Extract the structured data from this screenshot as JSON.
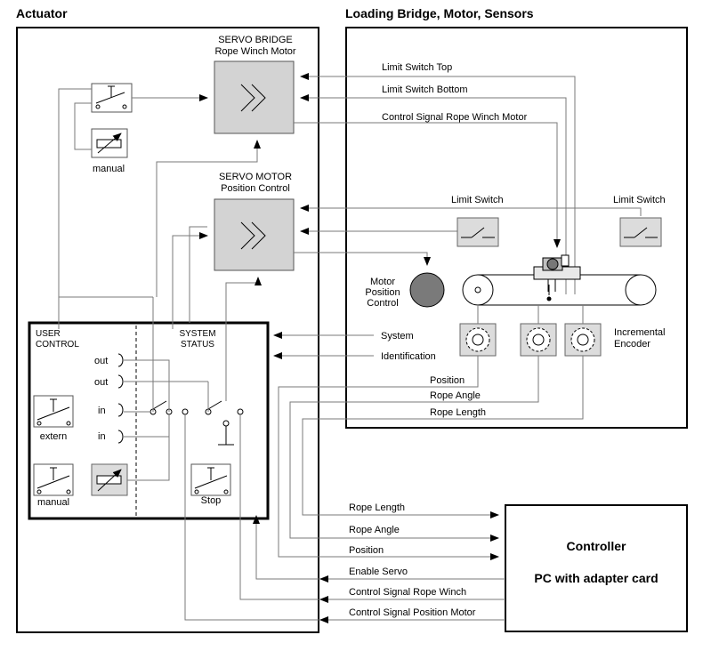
{
  "titles": {
    "actuator": "Actuator",
    "loading_bridge": "Loading Bridge, Motor, Sensors"
  },
  "servo_bridge": {
    "line1": "SERVO BRIDGE",
    "line2": "Rope Winch Motor"
  },
  "servo_motor": {
    "line1": "SERVO MOTOR",
    "line2": "Position Control"
  },
  "manual_top": "manual",
  "user_control": {
    "line1": "USER",
    "line2": "CONTROL"
  },
  "system_status": {
    "line1": "SYSTEM",
    "line2": "STATUS"
  },
  "ports": {
    "out1": "out",
    "out2": "out",
    "in1": "in",
    "in2": "in"
  },
  "extern": "extern",
  "manual_bottom": "manual",
  "stop": "Stop",
  "bridge_signals": {
    "limit_switch_top": "Limit Switch Top",
    "limit_switch_bottom": "Limit Switch Bottom",
    "control_signal_rope_winch_motor": "Control Signal Rope Winch Motor",
    "limit_switch_left": "Limit Switch",
    "limit_switch_right": "Limit Switch",
    "motor_position_control": [
      "Motor",
      "Position",
      "Control"
    ],
    "incremental_encoder": [
      "Incremental",
      "Encoder"
    ],
    "system": "System",
    "identification": "Identification",
    "position": "Position",
    "rope_angle": "Rope Angle",
    "rope_length": "Rope Length"
  },
  "controller_signals": {
    "rope_length": "Rope Length",
    "rope_angle": "Rope Angle",
    "position": "Position",
    "enable_servo": "Enable Servo",
    "control_signal_rope_winch": "Control Signal Rope Winch",
    "control_signal_position_motor": "Control Signal Position Motor"
  },
  "controller": {
    "title": "Controller",
    "subtitle": "PC with adapter card"
  }
}
